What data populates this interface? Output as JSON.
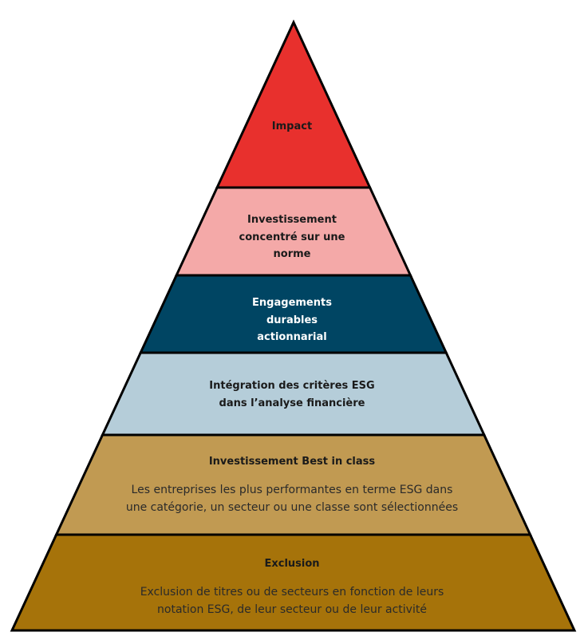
{
  "layers": [
    {
      "title": [
        "Impact"
      ],
      "body": [],
      "color": "#E8302D",
      "text_color": "#1a1a1a"
    },
    {
      "title": [
        "Investissement",
        "concentré sur une",
        "norme"
      ],
      "body": [],
      "color": "#F4A9A8",
      "text_color": "#1a1a1a"
    },
    {
      "title": [
        "Engagements",
        "durables",
        "actionnarial"
      ],
      "body": [],
      "color": "#004563",
      "text_color": "#ffffff"
    },
    {
      "title": [
        "Intégration des critères ESG",
        "dans l’analyse financière"
      ],
      "body": [],
      "color": "#B5CDD9",
      "text_color": "#1a1a1a"
    },
    {
      "title": [
        "Investissement Best in class"
      ],
      "body": [
        "Les entreprises les plus performantes en terme ESG dans",
        "une catégorie, un secteur ou une classe sont sélectionnées"
      ],
      "color": "#C19A52",
      "text_color": "#1a1a1a"
    },
    {
      "title": [
        "Exclusion"
      ],
      "body": [
        "Exclusion de titres ou de secteurs en fonction de leurs",
        "notation ESG, de leur secteur ou de leur activité"
      ],
      "color": "#A6730A",
      "text_color": "#1a1a1a"
    }
  ]
}
